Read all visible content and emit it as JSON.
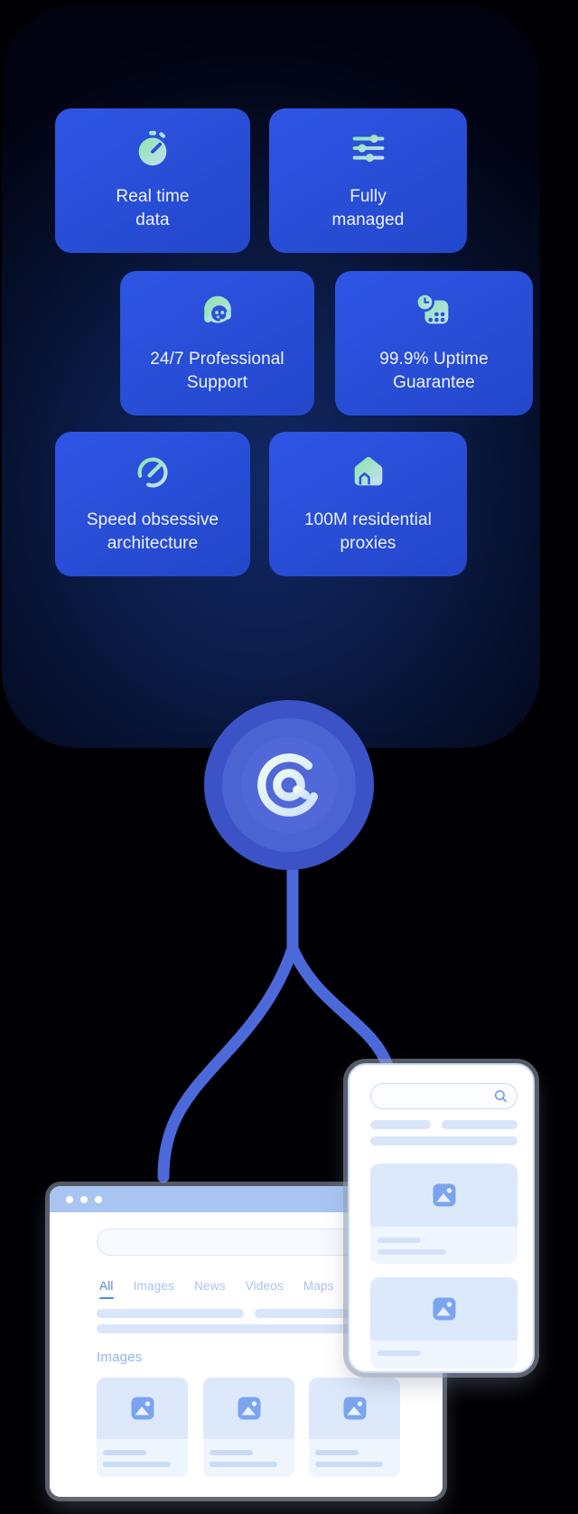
{
  "colors": {
    "page_background": "#000004",
    "card_blue": "#2b50dc",
    "connector_blue": "#4b69d9",
    "icon_gradient_from": "#8ae6ad",
    "icon_gradient_to": "#c9def7",
    "logo_gradient_from": "#eefcf4",
    "logo_gradient_to": "#cfe2fb",
    "browser_titlebar": "#a8c5f2",
    "active_tab_blue": "#5186e8"
  },
  "feature_cards": [
    {
      "icon": "stopwatch-icon",
      "label_line1": "Real time",
      "label_line2": "data"
    },
    {
      "icon": "sliders-icon",
      "label_line1": "Fully",
      "label_line2": "managed"
    },
    {
      "icon": "headset-support-icon",
      "label_line1": "24/7 Professional",
      "label_line2": "Support"
    },
    {
      "icon": "clock-calendar-icon",
      "label_line1": "99.9% Uptime",
      "label_line2": "Guarantee"
    },
    {
      "icon": "speed-gauge-icon",
      "label_line1": "Speed obsessive",
      "label_line2": "architecture"
    },
    {
      "icon": "house-icon",
      "label_line1": "100M residential",
      "label_line2": "proxies"
    }
  ],
  "logo_badge": {
    "icon": "search-at-logo-icon"
  },
  "browser_window": {
    "window_dots": 3,
    "search_value": "",
    "tabs": [
      {
        "label": "All",
        "active": true
      },
      {
        "label": "Images",
        "active": false
      },
      {
        "label": "News",
        "active": false
      },
      {
        "label": "Videos",
        "active": false
      },
      {
        "label": "Maps",
        "active": false
      }
    ],
    "section_heading": "Images",
    "result_card_count": 3
  },
  "phone_mockup": {
    "search_value": "",
    "search_icon": "magnifier-icon",
    "placeholder_icon": "image-placeholder-icon",
    "result_card_count": 2
  }
}
